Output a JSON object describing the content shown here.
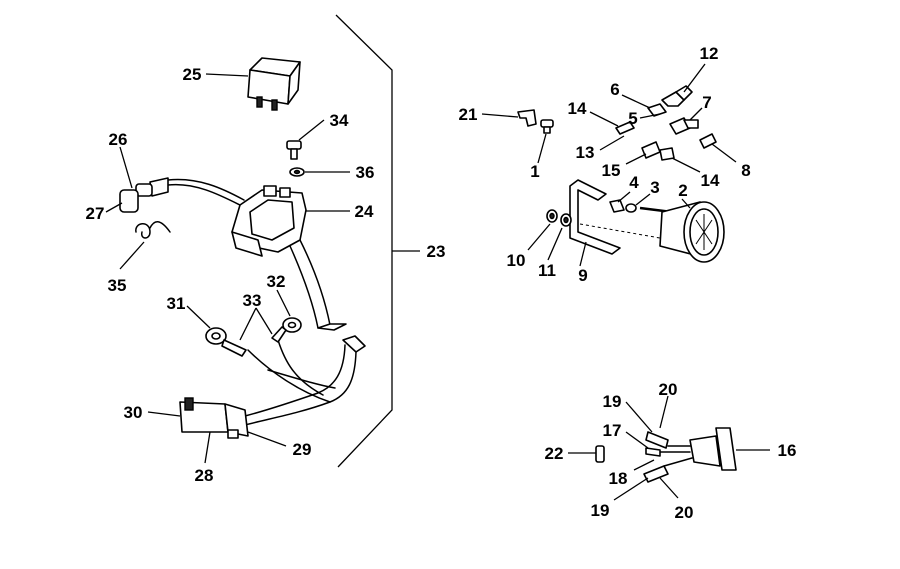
{
  "callouts": {
    "c1": "1",
    "c2": "2",
    "c3": "3",
    "c4": "4",
    "c5": "5",
    "c6": "6",
    "c7": "7",
    "c8": "8",
    "c9": "9",
    "c10": "10",
    "c11": "11",
    "c12": "12",
    "c13": "13",
    "c14a": "14",
    "c14b": "14",
    "c15": "15",
    "c16": "16",
    "c17": "17",
    "c18": "18",
    "c19a": "19",
    "c19b": "19",
    "c20a": "20",
    "c20b": "20",
    "c21": "21",
    "c22": "22",
    "c23": "23",
    "c24": "24",
    "c25": "25",
    "c26": "26",
    "c27": "27",
    "c28": "28",
    "c29": "29",
    "c30": "30",
    "c31": "31",
    "c32": "32",
    "c33": "33",
    "c34": "34",
    "c35": "35",
    "c36": "36"
  }
}
